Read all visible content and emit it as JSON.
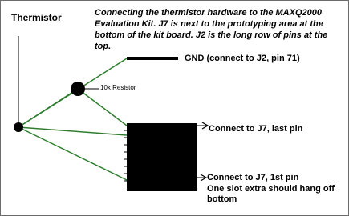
{
  "diagram": {
    "title": "Thermistor",
    "description": "Connecting the thermistor hardware to the MAXQ2000 Evaluation Kit.  J7 is next to the prototyping area at the bottom of the kit board.  J2 is the long row of pins at the top.",
    "labels": {
      "gnd": "GND (connect to J2, pin 71)",
      "resistor": "10k Resistor",
      "j7_last": "Connect to J7, last pin",
      "j7_first": "Connect to J7, 1st pin",
      "note": "One slot extra should hang off bottom"
    },
    "colors": {
      "wire": "#2e7d2e",
      "component": "#000000",
      "arrow": "#000000"
    }
  }
}
